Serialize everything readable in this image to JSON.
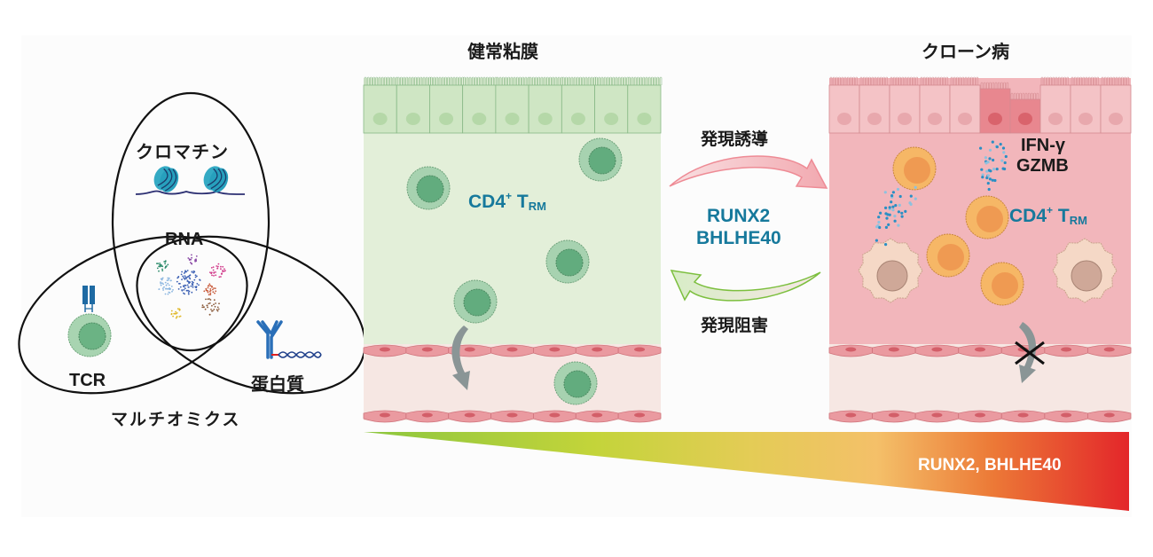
{
  "venn": {
    "title": "マルチオミクス",
    "sets": [
      {
        "label": "クロマチン",
        "icon": "nucleosome-icon"
      },
      {
        "label": "TCR",
        "icon": "t-cell-receptor-icon"
      },
      {
        "label": "蛋白質",
        "icon": "antibody-dna-icon"
      }
    ],
    "center_label": "RNA",
    "center_icon": "tsne-cluster-icon"
  },
  "healthy_panel": {
    "title": "健常粘膜",
    "cell_label": {
      "main": "CD4",
      "sup": "+",
      "t": " T",
      "sub": "RM"
    }
  },
  "crohn_panel": {
    "title": "クローン病",
    "cytokines": [
      "IFN-γ",
      "GZMB"
    ],
    "cell_label": {
      "main": "CD4",
      "sup": "+",
      "t": " T",
      "sub": "RM"
    }
  },
  "transition": {
    "induce_label": "発現誘導",
    "inhibit_label": "発現阻害",
    "genes": [
      "RUNX2",
      "BHLHE40"
    ]
  },
  "gradient_bar": {
    "label": "RUNX2, BHLHE40",
    "colors": [
      "#7dc242",
      "#cfd048",
      "#f2c064",
      "#eb7c35",
      "#e1302b"
    ]
  },
  "colors": {
    "healthy_bg": "#e3f0d9",
    "crohn_bg": "#f2b5ba",
    "t_cell_green": "#9ccaa7",
    "t_cell_orange": "#f5b15e",
    "label_blue": "#16799c"
  }
}
